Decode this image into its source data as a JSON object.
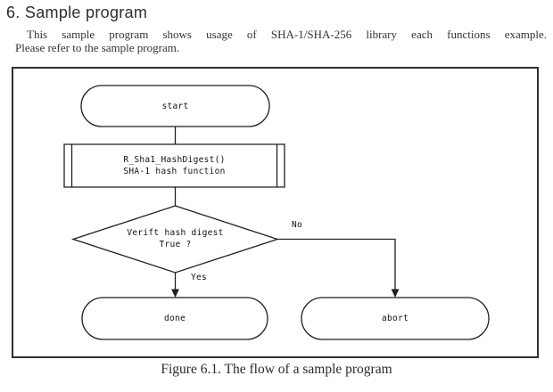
{
  "page": {
    "heading": "6. Sample program",
    "intro_line1": "This sample program shows usage of SHA-1/SHA-256 library each functions example.",
    "intro_line2": "Please refer to the sample program.",
    "caption": "Figure 6.1. The flow of a sample program"
  },
  "flow": {
    "start_label": "start",
    "process_line1": "R_Sha1_HashDigest()",
    "process_line2": "SHA-1 hash function",
    "decision_line1": "Verift hash digest",
    "decision_line2": "True ?",
    "no_label": "No",
    "yes_label": "Yes",
    "done_label": "done",
    "abort_label": "abort",
    "colors": {
      "line": "#1f1f1f",
      "text": "#111111",
      "frame_border": "#2f2f2f",
      "background": "#ffffff"
    }
  }
}
